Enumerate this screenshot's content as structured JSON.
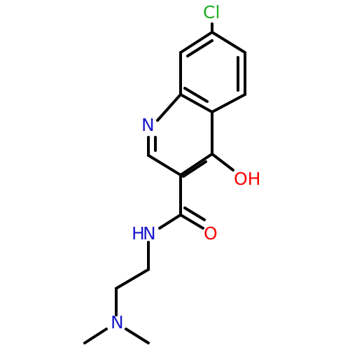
{
  "molecule": {
    "atoms": {
      "cl": "Cl",
      "ring_n": "N",
      "oh": "OH",
      "amide_nh": "N",
      "amide_h": "H",
      "amide_o": "O",
      "amine_n": "N"
    },
    "colors": {
      "cl": "#1fb01f",
      "n": "#1a1acc",
      "o": "#ff0000",
      "bond": "#000000"
    }
  }
}
